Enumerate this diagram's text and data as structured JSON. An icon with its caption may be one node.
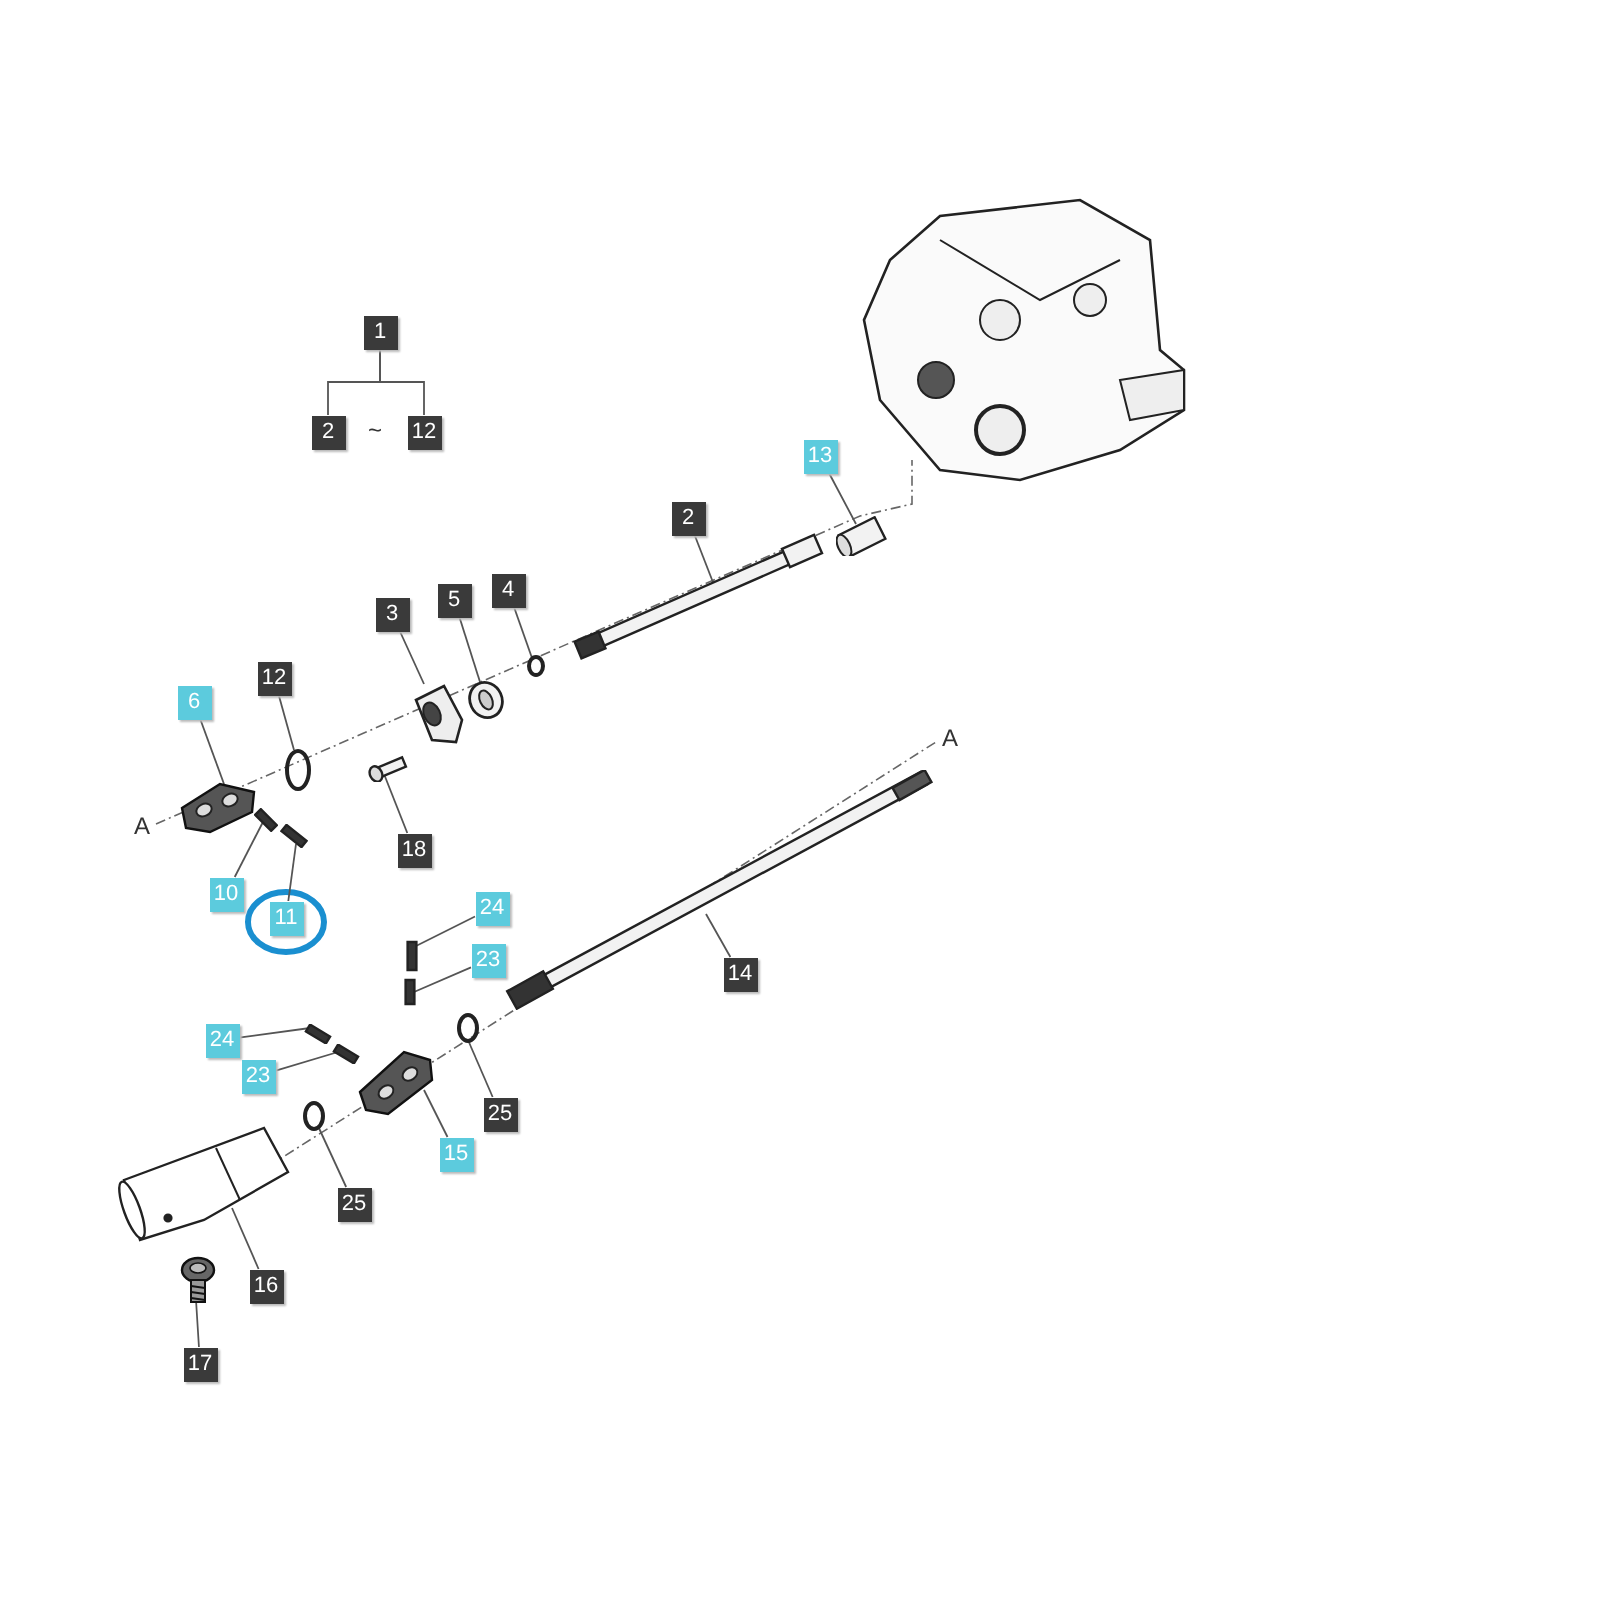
{
  "diagram": {
    "nodes": [
      {
        "text": [
          "2"
        ]
      },
      {
        "text": [
          "3"
        ]
      },
      {
        "text": [
          "5"
        ]
      },
      {
        "text": [
          "4"
        ]
      },
      {
        "text": [
          "12"
        ]
      },
      {
        "text": [
          "13"
        ]
      },
      {
        "text": [
          "6"
        ]
      },
      {
        "text": [
          "10"
        ]
      },
      {
        "text": [
          "11"
        ]
      },
      {
        "text": [
          "18"
        ]
      },
      {
        "text": [
          "14"
        ]
      },
      {
        "text": [
          "24"
        ]
      },
      {
        "text": [
          "23"
        ]
      },
      {
        "text": [
          "24"
        ]
      },
      {
        "text": [
          "23"
        ]
      },
      {
        "text": [
          "15"
        ]
      },
      {
        "text": [
          "25"
        ]
      },
      {
        "text": [
          "25"
        ]
      },
      {
        "text": [
          "16"
        ]
      },
      {
        "text": [
          "17"
        ]
      },
      {
        "text": [],
        "shape": "picture"
      },
      {
        "text": [],
        "shape": "picture"
      },
      {
        "text": [],
        "shape": "picture"
      },
      {
        "text": [],
        "shape": "picture"
      },
      {
        "text": [],
        "shape": "circle"
      },
      {
        "text": [],
        "shape": "circle"
      },
      {
        "text": [],
        "shape": "picture"
      },
      {
        "text": [],
        "shape": "bar"
      },
      {
        "text": [],
        "shape": "bar"
      },
      {
        "text": [],
        "shape": "picture"
      },
      {
        "text": [],
        "shape": "picture"
      },
      {
        "text": [],
        "shape": "bar"
      },
      {
        "text": [],
        "shape": "bar"
      },
      {
        "text": [],
        "shape": "bar"
      },
      {
        "text": [],
        "shape": "bar"
      },
      {
        "text": [],
        "shape": "picture"
      },
      {
        "text": [],
        "shape": "circle"
      },
      {
        "text": [],
        "shape": "circle"
      },
      {
        "text": [],
        "shape": "picture"
      },
      {
        "text": [],
        "shape": "picture"
      },
      {
        "text": [
          "1"
        ]
      },
      {
        "text": [
          "2"
        ]
      },
      {
        "text": [
          "12"
        ]
      }
    ],
    "edges": [
      {
        "from": 0,
        "to": 20,
        "arrow": "none"
      },
      {
        "from": 1,
        "to": 22,
        "arrow": "none"
      },
      {
        "from": 2,
        "to": 23,
        "arrow": "none"
      },
      {
        "from": 3,
        "to": 24,
        "arrow": "none"
      },
      {
        "from": 4,
        "to": 25,
        "arrow": "none"
      },
      {
        "from": 5,
        "to": 21,
        "arrow": "none"
      },
      {
        "from": 6,
        "to": 26,
        "arrow": "none"
      },
      {
        "from": 7,
        "to": 27,
        "arrow": "none"
      },
      {
        "from": 8,
        "to": 28,
        "arrow": "none"
      },
      {
        "from": 9,
        "to": 29,
        "arrow": "none"
      },
      {
        "from": 10,
        "to": 30,
        "arrow": "none"
      },
      {
        "from": 11,
        "to": 31,
        "arrow": "none"
      },
      {
        "from": 12,
        "to": 32,
        "arrow": "none"
      },
      {
        "from": 13,
        "to": 33,
        "arrow": "none"
      },
      {
        "from": 14,
        "to": 34,
        "arrow": "none"
      },
      {
        "from": 15,
        "to": 35,
        "arrow": "none"
      },
      {
        "from": 16,
        "to": 36,
        "arrow": "none"
      },
      {
        "from": 17,
        "to": 37,
        "arrow": "none"
      },
      {
        "from": 18,
        "to": 38,
        "arrow": "none"
      },
      {
        "from": 19,
        "to": 39,
        "arrow": "none"
      },
      {
        "from": 40,
        "to": 41,
        "arrow": "none"
      },
      {
        "from": 40,
        "to": 42,
        "arrow": "none"
      }
    ],
    "labels": [
      "~",
      "A",
      "A"
    ]
  }
}
